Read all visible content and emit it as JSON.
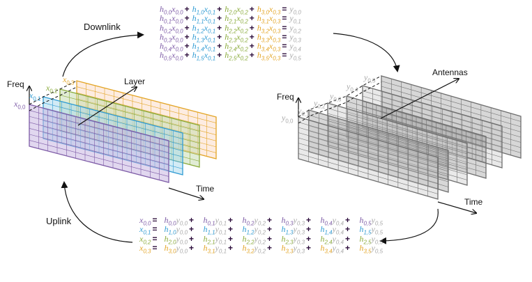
{
  "labels": {
    "downlink": "Downlink",
    "uplink": "Uplink",
    "left_freq": "Freq",
    "left_layer": "Layer",
    "left_time": "Time",
    "right_freq": "Freq",
    "right_antennas": "Antennas",
    "right_time": "Time"
  },
  "colors": {
    "layer0": "#7d5ba6",
    "layer1": "#2f9bd3",
    "layer2": "#8aab3b",
    "layer3": "#e3a526",
    "received": "#a8a8a8",
    "operator": "#2b0b3a"
  },
  "left_planes": [
    "0,0",
    "0,1",
    "0,2",
    "0,3"
  ],
  "right_planes": [
    "0,0",
    "0,1",
    "0,2",
    "0,3",
    "0,4",
    "0,5"
  ],
  "downlink_equations": [
    {
      "terms": [
        [
          "0,0",
          "0,0"
        ],
        [
          "1,0",
          "0,1"
        ],
        [
          "2,0",
          "0,2"
        ],
        [
          "3,0",
          "0,3"
        ]
      ],
      "result": "0,0"
    },
    {
      "terms": [
        [
          "0,1",
          "0,0"
        ],
        [
          "1,1",
          "0,1"
        ],
        [
          "2,1",
          "0,2"
        ],
        [
          "3,1",
          "0,3"
        ]
      ],
      "result": "0,1"
    },
    {
      "terms": [
        [
          "0,2",
          "0,0"
        ],
        [
          "1,2",
          "0,1"
        ],
        [
          "2,2",
          "0,2"
        ],
        [
          "3,2",
          "0,3"
        ]
      ],
      "result": "0,2"
    },
    {
      "terms": [
        [
          "0,3",
          "0,0"
        ],
        [
          "1,3",
          "0,1"
        ],
        [
          "2,3",
          "0,2"
        ],
        [
          "3,3",
          "0,3"
        ]
      ],
      "result": "0,3"
    },
    {
      "terms": [
        [
          "0,4",
          "0,0"
        ],
        [
          "1,4",
          "0,1"
        ],
        [
          "2,4",
          "0,2"
        ],
        [
          "3,4",
          "0,3"
        ]
      ],
      "result": "0,4"
    },
    {
      "terms": [
        [
          "0,5",
          "0,0"
        ],
        [
          "1,5",
          "0,1"
        ],
        [
          "2,5",
          "0,2"
        ],
        [
          "3,5",
          "0,3"
        ]
      ],
      "result": "0,5"
    }
  ],
  "uplink_equations": [
    {
      "lhs": "0,0",
      "terms": [
        [
          "0,0",
          "0,0"
        ],
        [
          "0,1",
          "0,1"
        ],
        [
          "0,2",
          "0,2"
        ],
        [
          "0,3",
          "0,3"
        ],
        [
          "0,4",
          "0,4"
        ],
        [
          "0,5",
          "0,5"
        ]
      ]
    },
    {
      "lhs": "0,1",
      "terms": [
        [
          "1,0",
          "0,0"
        ],
        [
          "1,1",
          "0,1"
        ],
        [
          "1,2",
          "0,2"
        ],
        [
          "1,3",
          "0,3"
        ],
        [
          "1,4",
          "0,4"
        ],
        [
          "1,5",
          "0,5"
        ]
      ]
    },
    {
      "lhs": "0,2",
      "terms": [
        [
          "2,0",
          "0,0"
        ],
        [
          "2,1",
          "0,1"
        ],
        [
          "2,2",
          "0,2"
        ],
        [
          "2,3",
          "0,3"
        ],
        [
          "2,4",
          "0,4"
        ],
        [
          "2,5",
          "0,5"
        ]
      ]
    },
    {
      "lhs": "0,3",
      "terms": [
        [
          "3,0",
          "0,0"
        ],
        [
          "3,1",
          "0,1"
        ],
        [
          "3,2",
          "0,2"
        ],
        [
          "3,3",
          "0,3"
        ],
        [
          "3,4",
          "0,4"
        ],
        [
          "3,5",
          "0,5"
        ]
      ]
    }
  ],
  "symbols": {
    "h": "h",
    "x": "x",
    "y": "y",
    "plus": "+",
    "equals": "="
  }
}
